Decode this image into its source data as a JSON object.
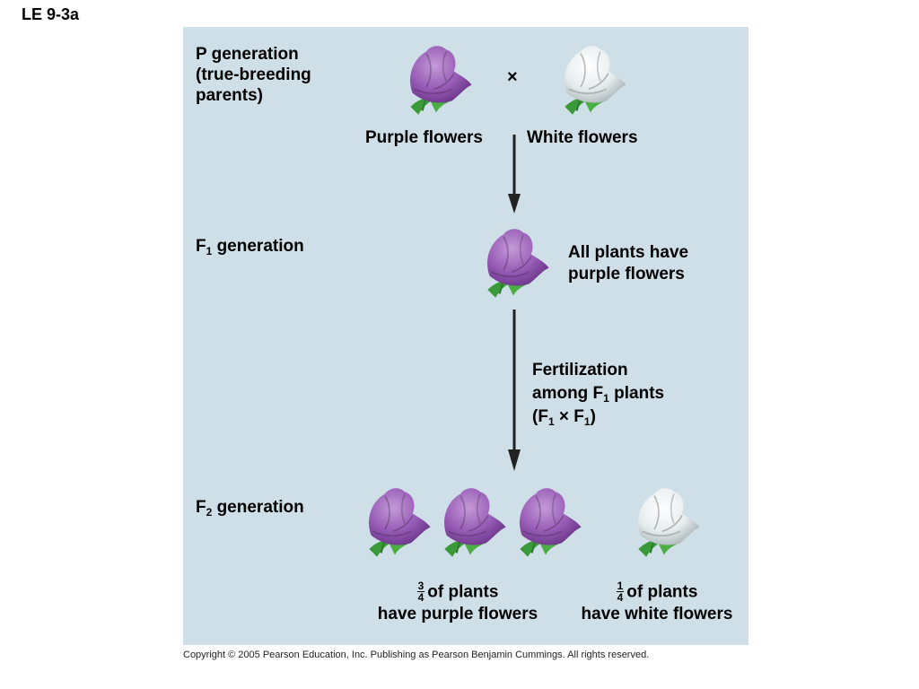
{
  "slide_label": "LE 9-3a",
  "p_generation": {
    "label_lines": [
      "P generation",
      "(true-breeding",
      "parents)"
    ],
    "purple_label": "Purple flowers",
    "white_label": "White flowers",
    "cross_symbol": "×"
  },
  "f1_generation": {
    "label_main": "F",
    "label_sub": "1",
    "label_rest": " generation",
    "result_lines": [
      "All plants have",
      "purple flowers"
    ]
  },
  "fertilization": {
    "line1": "Fertilization",
    "line2_pre": "among F",
    "line2_sub": "1",
    "line2_post": " plants",
    "line3_a": "(F",
    "line3_sub1": "1",
    "line3_mid": " × F",
    "line3_sub2": "1",
    "line3_end": ")"
  },
  "f2_generation": {
    "label_main": "F",
    "label_sub": "2",
    "label_rest": " generation",
    "purple_fraction": {
      "num": "3",
      "den": "4"
    },
    "purple_text_line1": "of plants",
    "purple_text_line2": "have purple flowers",
    "white_fraction": {
      "num": "1",
      "den": "4"
    },
    "white_text_line1": "of plants",
    "white_text_line2": "have white flowers"
  },
  "colors": {
    "panel": "#cfdfe7",
    "purple_flower": "#9a5fb8",
    "white_flower": "#e8eef0",
    "leaf": "#3a9a3a"
  },
  "copyright": "Copyright © 2005 Pearson Education, Inc. Publishing as Pearson Benjamin Cummings. All rights reserved."
}
